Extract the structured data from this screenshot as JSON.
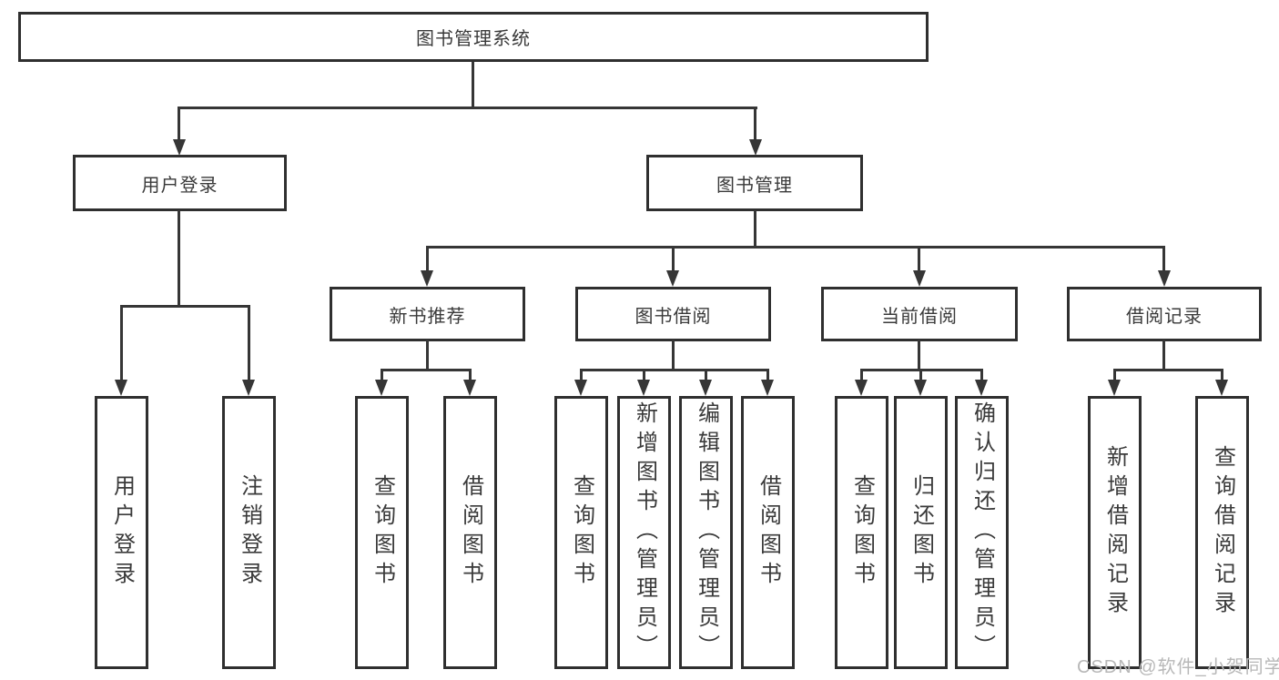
{
  "nodes": {
    "root": "图书管理系统",
    "userLogin": {
      "label": "用户登录",
      "children": [
        "用户登录",
        "注销登录"
      ]
    },
    "bookManagement": {
      "label": "图书管理",
      "modules": [
        {
          "label": "新书推荐",
          "children": [
            "查询图书",
            "借阅图书"
          ]
        },
        {
          "label": "图书借阅",
          "children": [
            "查询图书",
            "新增图书（管理员）",
            "编辑图书（管理员）",
            "借阅图书"
          ]
        },
        {
          "label": "当前借阅",
          "children": [
            "查询图书",
            "归还图书",
            "确认归还（管理员）"
          ]
        },
        {
          "label": "借阅记录",
          "children": [
            "新增借阅记录",
            "查询借阅记录"
          ]
        }
      ]
    }
  },
  "watermark": "CSDN @软件_小贺同学",
  "colors": {
    "box_border": "#2f2f2f",
    "connector_line": "#363636",
    "text": "#3a3a3a",
    "watermark": "#b8b8b8",
    "background": "#ffffff"
  }
}
